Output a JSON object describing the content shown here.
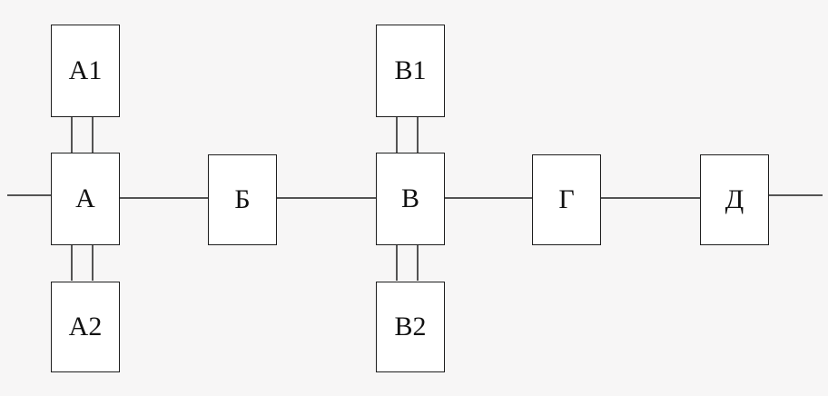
{
  "blocks": {
    "a1": "A1",
    "a": "A",
    "a2": "A2",
    "b": "Б",
    "v1": "B1",
    "v": "B",
    "v2": "B2",
    "g": "Г",
    "d": "Д"
  },
  "colors": {
    "background": "#f7f6f6",
    "block_fill": "#ffffff",
    "line": "#1e1e1e",
    "text": "#111111"
  }
}
